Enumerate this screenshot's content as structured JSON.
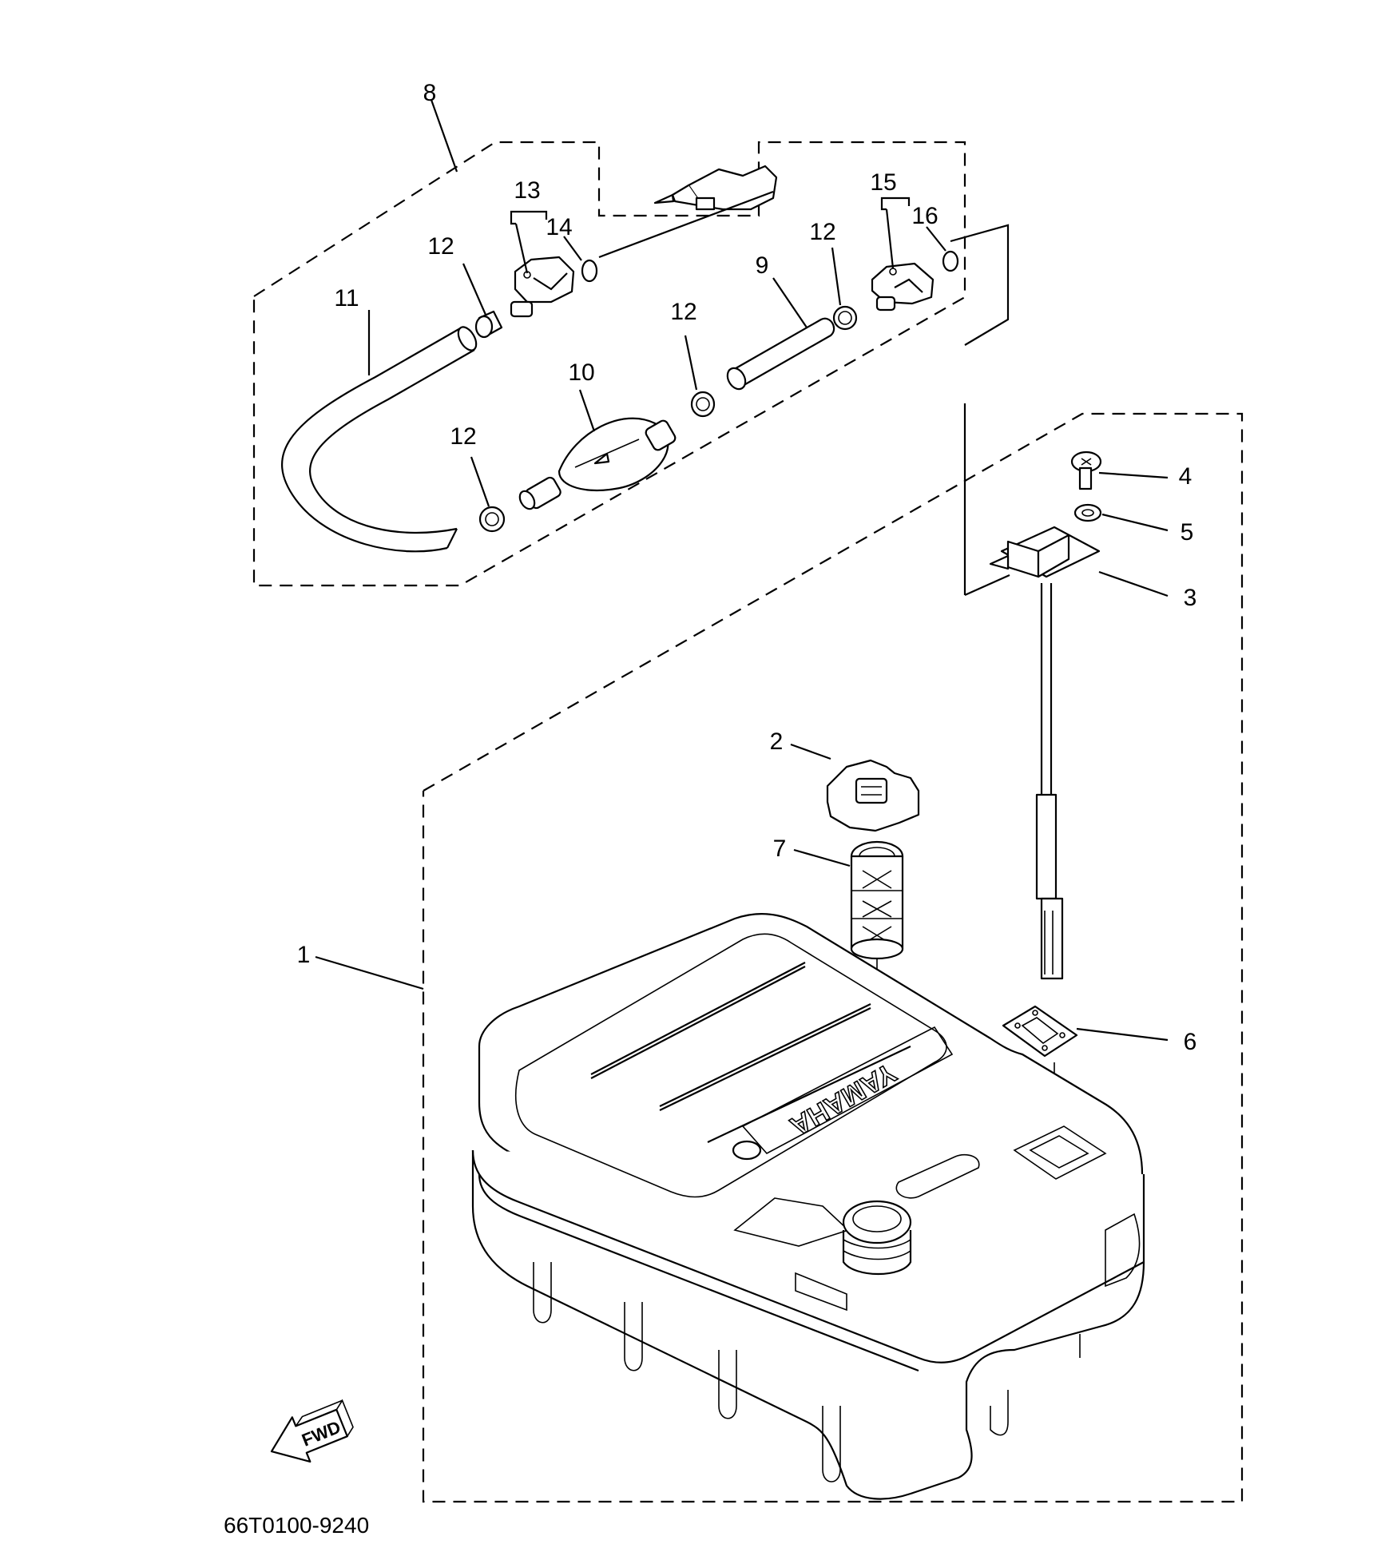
{
  "diagram": {
    "part_code": "66T0100-9240",
    "fwd_label": "FWD",
    "brand_on_tank": "YAMAHA",
    "callouts": {
      "c1": "1",
      "c2": "2",
      "c3": "3",
      "c4": "4",
      "c5": "5",
      "c6": "6",
      "c7": "7",
      "c8": "8",
      "c9": "9",
      "c10": "10",
      "c11": "11",
      "c12a": "12",
      "c12b": "12",
      "c12c": "12",
      "c12d": "12",
      "c13": "13",
      "c14": "14",
      "c15": "15",
      "c16": "16"
    }
  }
}
